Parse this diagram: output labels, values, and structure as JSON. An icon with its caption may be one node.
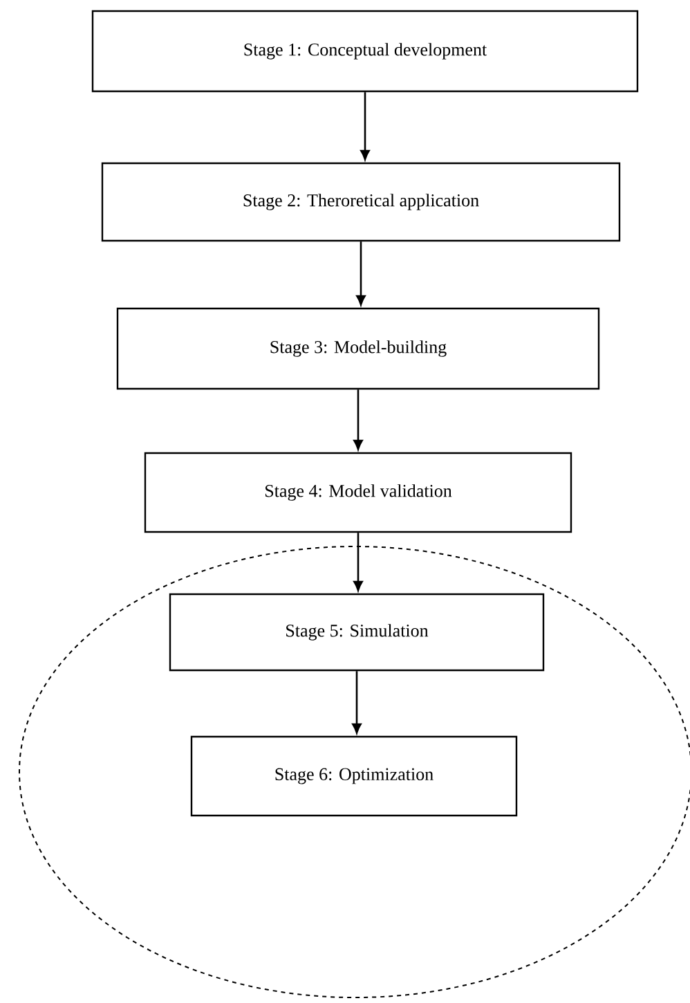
{
  "diagram": {
    "nodes": [
      {
        "text": [
          "Stage 1: Conceptual development"
        ]
      },
      {
        "text": [
          "Stage 2: Theroretical application"
        ]
      },
      {
        "text": [
          "Stage 3: Model-building"
        ]
      },
      {
        "text": [
          "Stage 4: Model validation"
        ]
      },
      {
        "text": [],
        "shape": "ellipse"
      },
      {
        "text": [
          "Stage 5: Simulation"
        ],
        "in": 4
      },
      {
        "text": [
          "Stage 6: Optimization"
        ],
        "in": 4
      }
    ],
    "edges": [
      {
        "from": 0,
        "to": 1,
        "arrow": "to"
      },
      {
        "from": 1,
        "to": 2,
        "arrow": "to"
      },
      {
        "from": 2,
        "to": 3,
        "arrow": "to"
      },
      {
        "from": 3,
        "to": 5,
        "arrow": "to"
      },
      {
        "from": 5,
        "to": 6,
        "arrow": "to"
      }
    ]
  }
}
